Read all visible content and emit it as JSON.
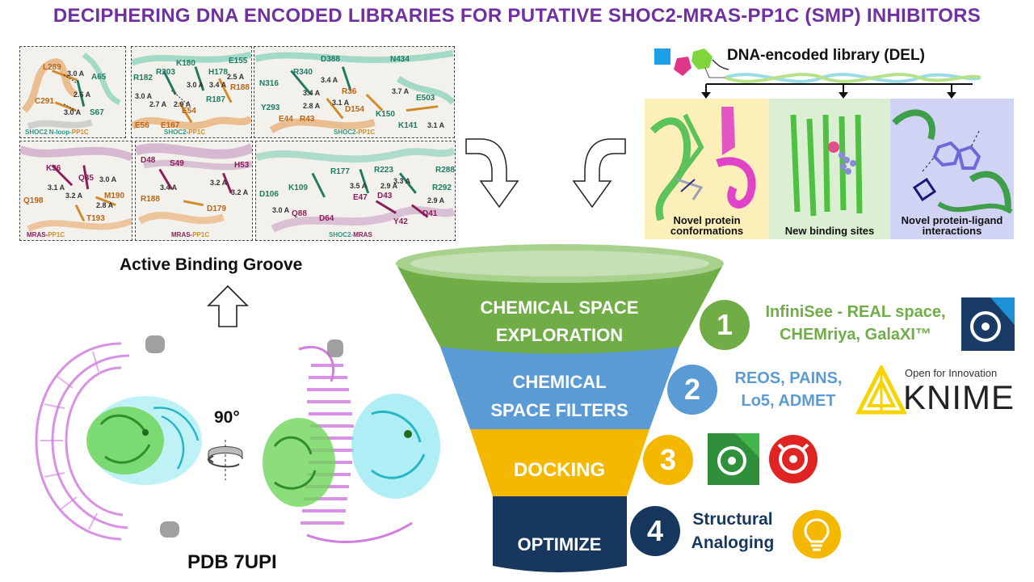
{
  "title": "DECIPHERING DNA ENCODED LIBRARIES FOR PUTATIVE SHOC2-MRAS-PP1C (SMP) INHIBITORS",
  "colors": {
    "purple": "#7030a0",
    "green": "#70ad47",
    "blue": "#5b9bd5",
    "gold": "#f5b800",
    "navy": "#17375e"
  },
  "panels": [
    {
      "residues": [
        "L289",
        "A65",
        "C291",
        "S67"
      ],
      "distances": [
        "3.0 A",
        "2.6 A",
        "3.0 A"
      ],
      "caption_a": "SHOC2 N-loop-",
      "caption_b": "PP1C"
    },
    {
      "residues": [
        "K180",
        "E155",
        "R182",
        "R203",
        "H178",
        "R188",
        "R187",
        "E54",
        "E56",
        "E167"
      ],
      "distances": [
        "3.0 A",
        "2.5 A",
        "3.4 A",
        "3.0 A",
        "2.9 A",
        "2.7 A"
      ],
      "caption_a": "SHOC2-",
      "caption_b": "PP1C"
    },
    {
      "residues": [
        "D388",
        "N434",
        "R340",
        "N316",
        "R36",
        "Y293",
        "D154",
        "K150",
        "E503",
        "E44",
        "R43",
        "K141"
      ],
      "distances": [
        "3.4 A",
        "3.4 A",
        "3.7 A",
        "2.8 A",
        "3.1 A",
        "3.1 A"
      ],
      "caption_a": "SHOC2-",
      "caption_b": "PP1C"
    },
    {
      "residues": [
        "K36",
        "Q35",
        "M190",
        "Q198",
        "T193"
      ],
      "distances": [
        "3.0 A",
        "3.1 A",
        "3.2 A",
        "2.8 A"
      ],
      "caption_a": "MRAS-",
      "caption_b": "PP1C"
    },
    {
      "residues": [
        "D48",
        "S49",
        "H53",
        "R188",
        "D179"
      ],
      "distances": [
        "3.4 A",
        "3.2 A",
        "3.2 A"
      ],
      "caption_a": "MRAS-",
      "caption_b": "PP1C"
    },
    {
      "residues": [
        "R177",
        "R223",
        "R288",
        "R292",
        "D106",
        "K109",
        "E47",
        "D43",
        "D64",
        "Q88",
        "Y42",
        "D41"
      ],
      "distances": [
        "3.3 A",
        "2.9 A",
        "3.5 A",
        "3.0 A",
        "2.9 A"
      ],
      "caption_a": "SHOC2-",
      "caption_b": "MRAS"
    }
  ],
  "active_binding_groove": "Active Binding Groove",
  "pdb_label": "PDB 7UPI",
  "rotation": "90°",
  "del_title": "DNA-encoded library (DEL)",
  "del_panels": [
    {
      "caption": "Novel protein conformations"
    },
    {
      "caption": "New binding sites"
    },
    {
      "caption": "Novel protein-ligand interactions"
    }
  ],
  "funnel": [
    {
      "line1": "CHEMICAL SPACE",
      "line2": "EXPLORATION"
    },
    {
      "line1": "CHEMICAL",
      "line2": "SPACE FILTERS"
    },
    {
      "line1": "DOCKING"
    },
    {
      "line1": "OPTIMIZE"
    }
  ],
  "steps": [
    {
      "num": "1",
      "line1": "InfiniSee - REAL space,",
      "line2": "CHEMriya, GalaXI™",
      "icon": "seesar-target-icon"
    },
    {
      "num": "2",
      "line1": "REOS, PAINS,",
      "line2": "Lo5, ADMET",
      "icon": "knime-logo"
    },
    {
      "num": "3",
      "icon": "docking-software-icons"
    },
    {
      "num": "4",
      "line1": "Structural",
      "line2": "Analoging",
      "icon": "lightbulb-icon"
    }
  ],
  "knime": {
    "tagline": "Open for Innovation",
    "name": "KNIME"
  }
}
